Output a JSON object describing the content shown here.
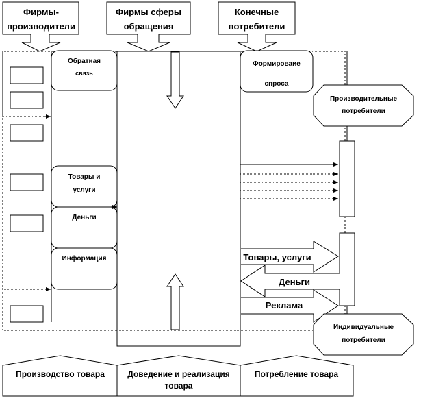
{
  "diagram": {
    "top_headers": [
      {
        "line1": "Фирмы-",
        "line2": "производители"
      },
      {
        "line1": "Фирмы сферы",
        "line2": "обращения"
      },
      {
        "line1": "Конечные",
        "line2": "потребители"
      }
    ],
    "left_blocks": [
      {
        "line1": "Обратная",
        "line2": "связь"
      },
      {
        "line1": "Товары и",
        "line2": "услуги"
      },
      {
        "line1": "Деньги",
        "line2": ""
      },
      {
        "line1": "Информация",
        "line2": ""
      }
    ],
    "demand_block": {
      "line1": "Формироваие",
      "line2": "спроса"
    },
    "producer_consumers": {
      "line1": "Производительные",
      "line2": "потребители"
    },
    "individual_consumers": {
      "line1": "Индивидуальные",
      "line2": "потребители"
    },
    "flow_arrows": {
      "goods": "Товары, услуги",
      "money": "Деньги",
      "advertising": "Реклама"
    },
    "stages": [
      {
        "line1": "Производство товара",
        "line2": ""
      },
      {
        "line1": "Доведение и реализация",
        "line2": "товара"
      },
      {
        "line1": "Потребление товара",
        "line2": ""
      }
    ]
  }
}
